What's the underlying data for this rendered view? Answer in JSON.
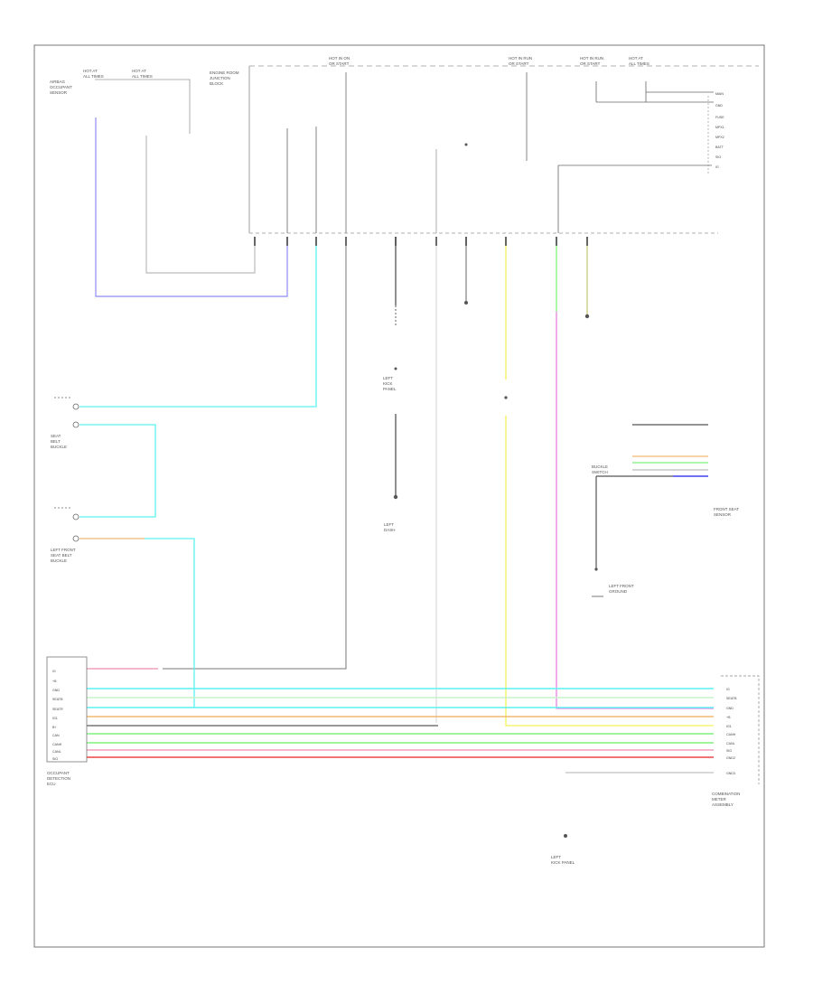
{
  "diagram": {
    "figure_id": "",
    "labels": {
      "top_left_module": [
        "AIRBAG",
        "OCCUPANT",
        "SENSOR"
      ],
      "junction_block": [
        "ENGINE ROOM",
        "JUNCTION",
        "BLOCK"
      ],
      "fuse_top_1": [
        "HOT AT",
        "ALL TIMES"
      ],
      "fuse_top_2": [
        "HOT AT",
        "ALL TIMES"
      ],
      "fuse_top_3": [
        "HOT IN ON",
        "OR START"
      ],
      "fuse_top_4": [
        "HOT IN RUN",
        "OR START"
      ],
      "fuse_top_5": [
        "HOT IN RUN",
        "OR START"
      ],
      "fuse_top_6": [
        "HOT AT",
        "ALL TIMES"
      ],
      "ground_mid_1": [
        "LEFT",
        "KICK",
        "PANEL"
      ],
      "ground_mid_2": [
        "LEFT",
        "DASH"
      ],
      "right_connector_pins": [
        "MAIN",
        "GND",
        "FUSE",
        "MPX1",
        "MPX2",
        "BATT",
        "SIG",
        "IG"
      ],
      "seat_belt_1": [
        "SEAT",
        "BELT",
        "BUCKLE"
      ],
      "seat_belt_2": [
        "LEFT FRONT",
        "SEAT BELT",
        "BUCKLE"
      ],
      "buckle_switch": [
        "BUCKLE",
        "SWITCH"
      ],
      "right_module": [
        "FRONT SEAT",
        "SENSOR"
      ],
      "left_front_ground": [
        "LEFT FRONT",
        "GROUND"
      ],
      "left_module_pins": [
        "IG",
        "+B",
        "GND",
        "SEATB",
        "SEATR",
        "IG1",
        "B+",
        "CAN",
        "CANH",
        "CANL",
        "SIG"
      ],
      "left_module_label": [
        "OCCUPANT",
        "DETECTION",
        "ECU"
      ],
      "right_bottom_pins": [
        "IG",
        "SEATB",
        "GND",
        "+B",
        "IG1",
        "CANH",
        "CANL",
        "SIG",
        "GND2",
        "GND3"
      ],
      "right_bottom_label": [
        "COMBINATION",
        "METER",
        "ASSEMBLY"
      ],
      "ground_bottom": [
        "LEFT",
        "KICK PANEL"
      ]
    },
    "wire_colors": {
      "violet": "#8c8cf0",
      "cyan": "#5cf2f2",
      "yellow": "#f2f25a",
      "magenta": "#e882e8",
      "green": "#7ef27e",
      "orange": "#f2b870",
      "red": "#ee5e5e",
      "pink": "#f0a0b8",
      "olive": "#c8c87a",
      "blue": "#4040ee",
      "gray": "#bbbbbb",
      "dark": "#555555"
    }
  }
}
